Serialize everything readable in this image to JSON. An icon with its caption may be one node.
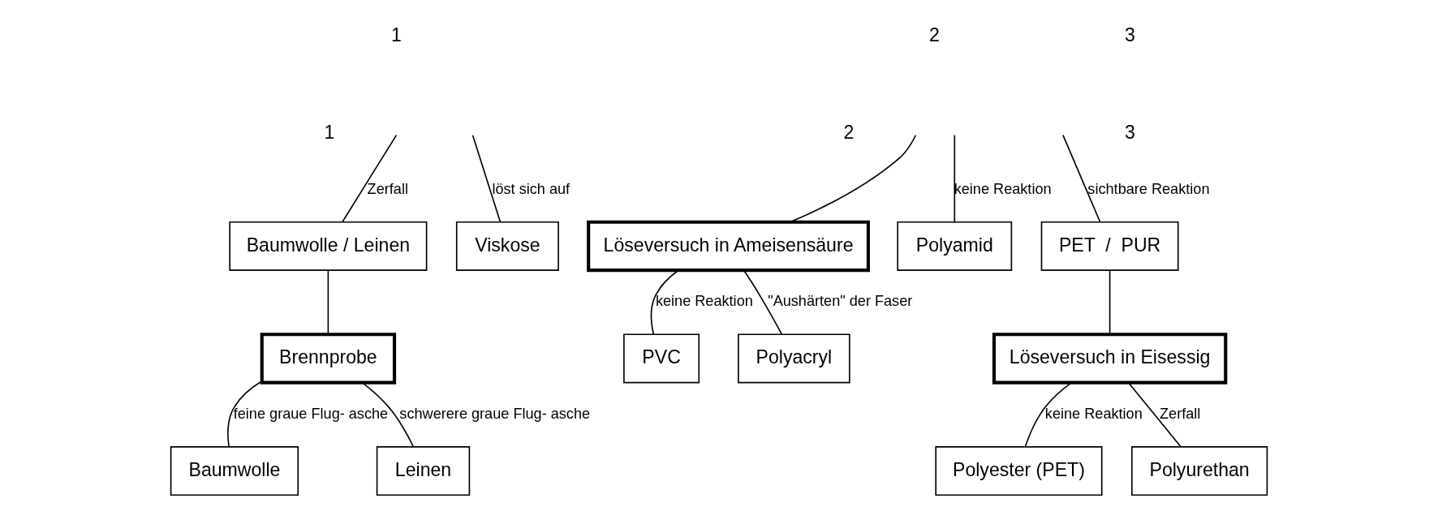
{
  "diagram": {
    "nodes": [
      {
        "text": [
          "Baumwolle / Leinen"
        ]
      },
      {
        "text": [
          "Viskose"
        ]
      },
      {
        "text": [
          "Brennprobe"
        ]
      },
      {
        "text": [
          "Baumwolle"
        ]
      },
      {
        "text": [
          "Leinen"
        ]
      },
      {
        "text": [
          "Löseversuch in Ameisensäure"
        ]
      },
      {
        "text": [
          "PVC"
        ]
      },
      {
        "text": [
          "Polyacryl"
        ]
      },
      {
        "text": [
          "Polyamid"
        ]
      },
      {
        "text": [
          "PET  /  PUR"
        ]
      },
      {
        "text": [
          "Löseversuch in Eisessig"
        ]
      },
      {
        "text": [
          "Polyester (PET)"
        ]
      },
      {
        "text": [
          "Polyurethan"
        ]
      }
    ],
    "edges": [
      {
        "from": null,
        "to": 0,
        "arrow": "none",
        "label": "Zerfall"
      },
      {
        "from": null,
        "to": 1,
        "arrow": "none",
        "label": "löst sich auf"
      },
      {
        "from": 0,
        "to": 2,
        "arrow": "none"
      },
      {
        "from": 2,
        "to": 3,
        "arrow": "none",
        "label": "feine graue Flug- asche"
      },
      {
        "from": 2,
        "to": 4,
        "arrow": "none",
        "label": "schwerere graue Flug- asche"
      },
      {
        "from": null,
        "to": 5,
        "arrow": "none"
      },
      {
        "from": 5,
        "to": 6,
        "arrow": "none",
        "label": "keine Reaktion"
      },
      {
        "from": 5,
        "to": 7,
        "arrow": "none",
        "label": "\"Aushärten\" der Faser"
      },
      {
        "from": null,
        "to": 8,
        "arrow": "none",
        "label": "keine Reaktion"
      },
      {
        "from": null,
        "to": 9,
        "arrow": "none",
        "label": "sichtbare Reaktion"
      },
      {
        "from": 9,
        "to": 10,
        "arrow": "none"
      },
      {
        "from": 10,
        "to": 11,
        "arrow": "none",
        "label": "keine Reaktion"
      },
      {
        "from": 10,
        "to": 12,
        "arrow": "none",
        "label": "Zerfall"
      }
    ],
    "labels": [
      "1",
      "2",
      "3",
      "1",
      "2",
      "3"
    ]
  }
}
